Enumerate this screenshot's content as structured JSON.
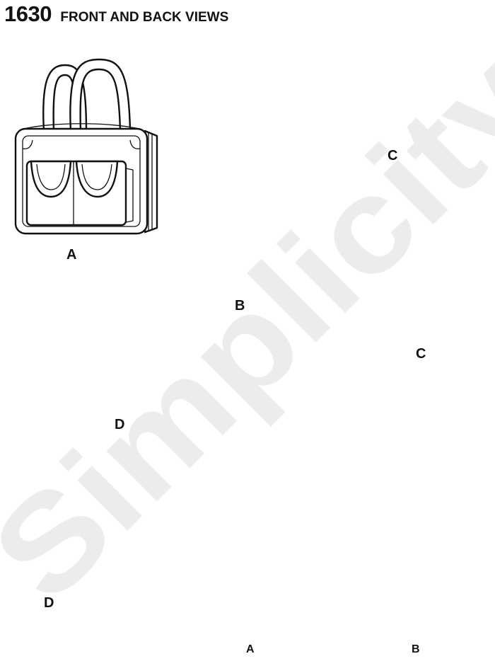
{
  "header": {
    "pattern_number": "1630",
    "title": "FRONT AND BACK VIEWS"
  },
  "watermark": {
    "text": "Simplicity",
    "color": "#ececec"
  },
  "views": {
    "a_front": {
      "label": "A"
    },
    "b_front": {
      "label": "B"
    },
    "c_open": {
      "label": "C"
    },
    "c_back": {
      "label": "C"
    },
    "d_open": {
      "label": "D"
    },
    "d_back": {
      "label": "D"
    },
    "a_back": {
      "label": "A"
    },
    "b_back": {
      "label": "B"
    }
  },
  "colors": {
    "line": "#111111",
    "fill": "#ffffff",
    "watermark": "#ececec"
  }
}
